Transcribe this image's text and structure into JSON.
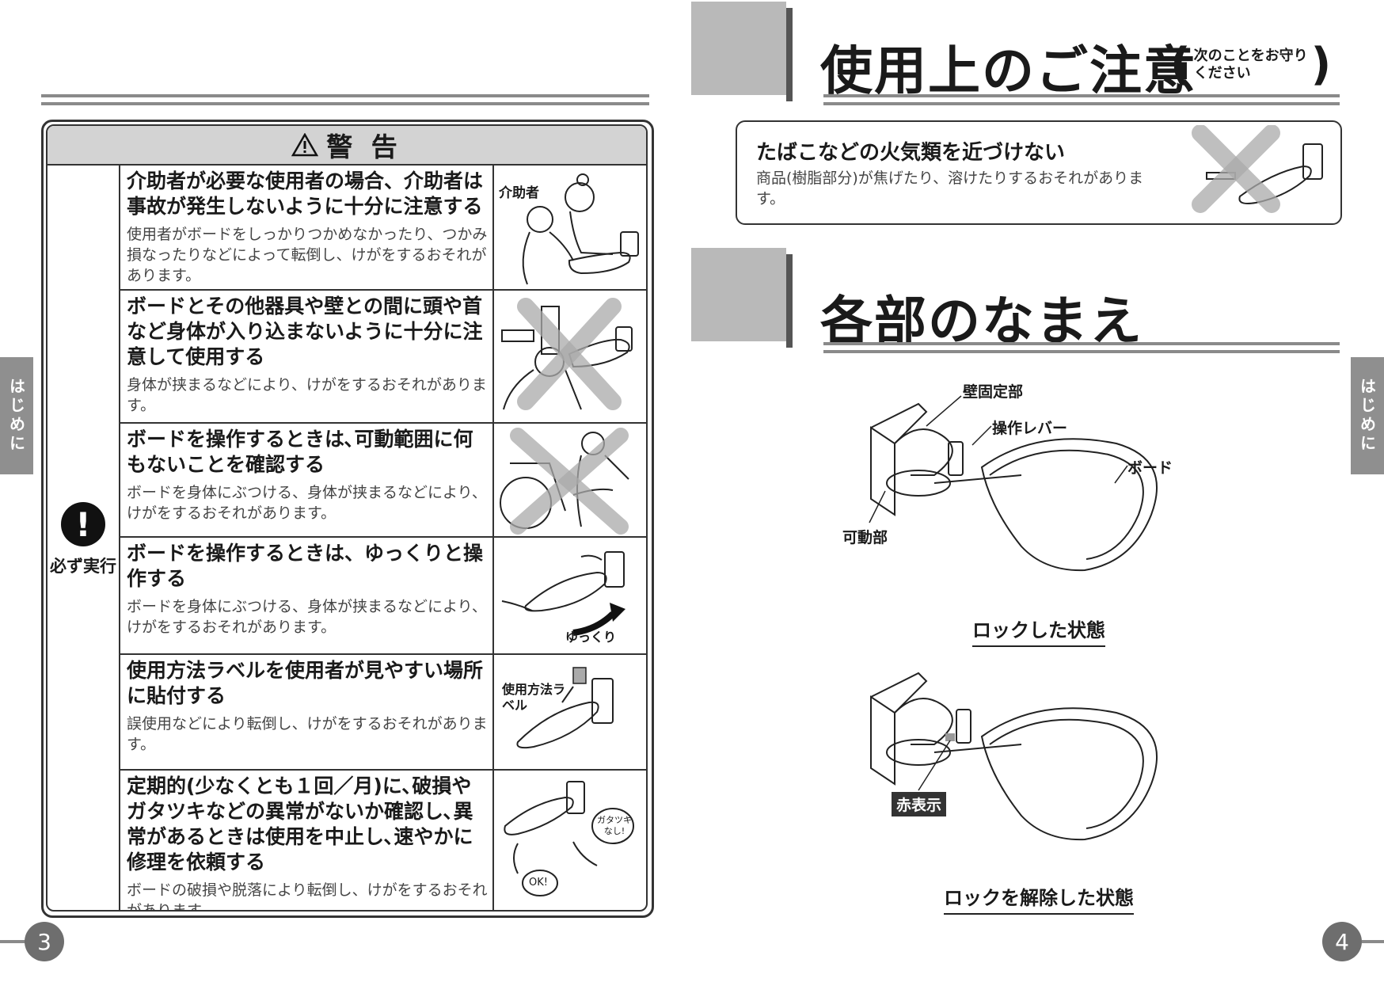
{
  "side_tab": "はじめに",
  "page_left": "3",
  "page_right": "4",
  "warning": {
    "header": "警 告",
    "must_label": "必ず実行",
    "must_symbol": "!",
    "rows": [
      {
        "title": "介助者が必要な使用者の場合、介助者は事故が発生しないように十分に注意する",
        "desc": "使用者がボードをしっかりつかめなかったり、つかみ損なったりなどによって転倒し、けがをするおそれがあります。",
        "pic_label": "介助者"
      },
      {
        "title": "ボードとその他器具や壁との間に頭や首など身体が入り込まないように十分に注意して使用する",
        "desc": "身体が挟まるなどにより、けがをするおそれがあります。"
      },
      {
        "title": "ボードを操作するときは､可動範囲に何もないことを確認する",
        "desc": "ボードを身体にぶつける、身体が挟まるなどにより、けがをするおそれがあります。"
      },
      {
        "title": "ボードを操作するときは、ゆっくりと操作する",
        "desc": "ボードを身体にぶつける、身体が挟まるなどにより、けがをするおそれがあります。",
        "pic_label": "ゆっくり"
      },
      {
        "title": "使用方法ラベルを使用者が見やすい場所に貼付する",
        "desc": "誤使用などにより転倒し、けがをするおそれがあります。",
        "pic_label": "使用方法ラベル"
      },
      {
        "title": "定期的(少なくとも１回／月)に､破損やガタツキなどの異常がないか確認し､異常があるときは使用を中止し､速やかに修理を依頼する",
        "desc": "ボードの破損や脱落により転倒し、けがをするおそれがあります。",
        "pic_label": "ガタツキなし!",
        "pic_label2": "OK!"
      }
    ]
  },
  "usage": {
    "title": "使用上のご注意",
    "subtitle_line1": "次のことをお守り",
    "subtitle_line2": "ください",
    "caution_title": "たばこなどの火気類を近づけない",
    "caution_desc": "商品(樹脂部分)が焦げたり、溶けたりするおそれがあります。"
  },
  "parts": {
    "title": "各部のなまえ",
    "labels": {
      "wall_fixed": "壁固定部",
      "lever": "操作レバー",
      "board": "ボード",
      "movable": "可動部",
      "red_indicator": "赤表示"
    },
    "caption_locked": "ロックした状態",
    "caption_unlocked": "ロックを解除した状態"
  }
}
